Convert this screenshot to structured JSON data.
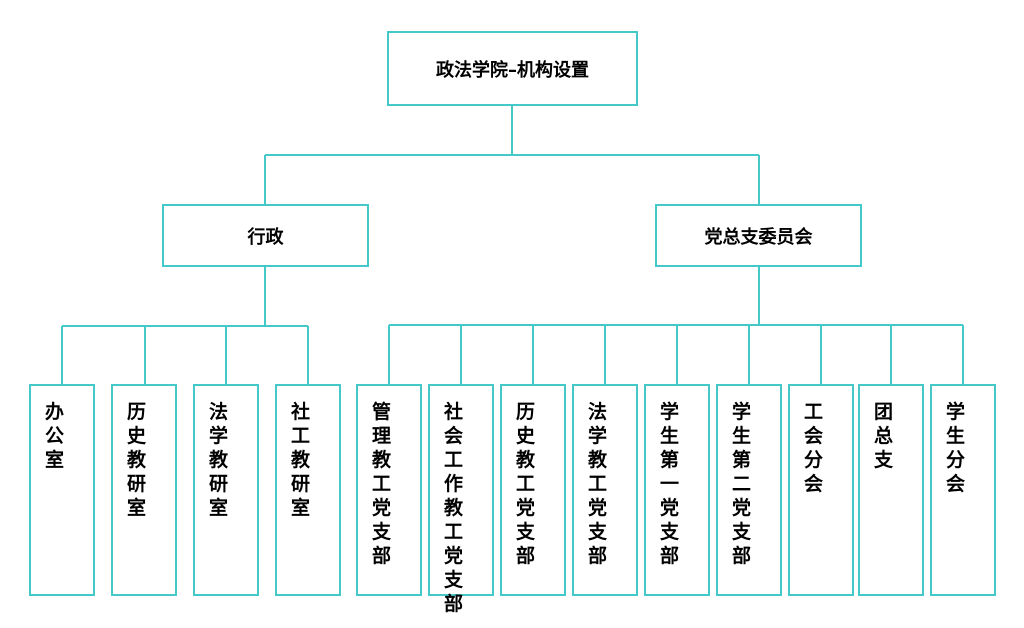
{
  "root": "政法学院–机构设置",
  "branches": {
    "admin": "行政",
    "party": "党总支委员会"
  },
  "admin_units": [
    "办公室",
    "历史教研室",
    "法学教研室",
    "社工教研室"
  ],
  "party_units": [
    "管理教工党支部",
    "社会工作教工党支部",
    "历史教工党支部",
    "法学教工党支部",
    "学生第一党支部",
    "学生第二党支部",
    "工会分会",
    "团总支",
    "学生分会"
  ],
  "colors": {
    "line": "#45c8c8"
  }
}
